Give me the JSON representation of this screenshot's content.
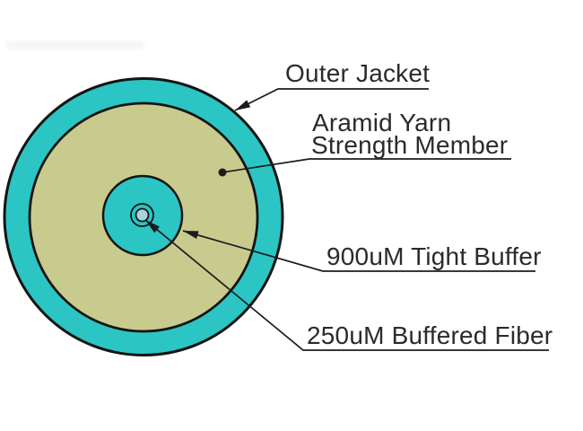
{
  "diagram": {
    "labels": {
      "outer_jacket": "Outer Jacket",
      "aramid_yarn_line1": "Aramid Yarn",
      "aramid_yarn_line2": "Strength Member",
      "tight_buffer": "900uM Tight Buffer",
      "buffered_fiber": "250uM Buffered Fiber"
    },
    "colors": {
      "jacket_cyan": "#2BC5C3",
      "aramid_olive": "#C9CB8E",
      "fiber_core_pale": "#A9D4D8",
      "outline_black": "#141414",
      "leader_black": "#1c1c1c",
      "text_dark": "#2b2b2b"
    }
  }
}
